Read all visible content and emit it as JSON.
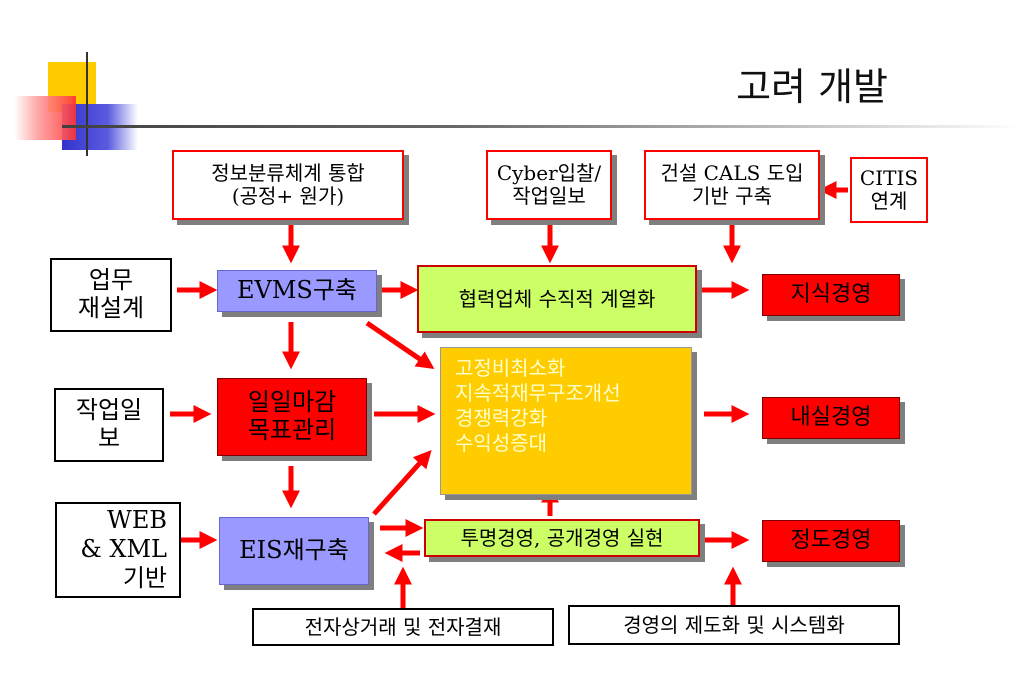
{
  "slide": {
    "title": "고려 개발"
  },
  "boxes": {
    "info_classification": {
      "line1": "정보분류체계 통합",
      "line2": "(공정+ 원가)"
    },
    "cyber_bidding": {
      "line1": "Cyber입찰/",
      "line2": "작업일보"
    },
    "cals": {
      "line1": "건설 CALS 도입",
      "line2": "기반 구축"
    },
    "citis": {
      "line1": "CITIS",
      "line2": "연계"
    },
    "business_redesign": {
      "line1": "업무",
      "line2": "재설계"
    },
    "evms": {
      "label": "EVMS구축"
    },
    "vertical_affiliation": {
      "label": "협력업체 수직적 계열화"
    },
    "knowledge_mgmt": {
      "label": "지식경영"
    },
    "daily_report": {
      "line1": "작업일",
      "line2": "보"
    },
    "daily_closing": {
      "line1": "일일마감",
      "line2": "목표관리"
    },
    "center": {
      "items": [
        "고정비최소화",
        "지속적재무구조개선",
        "경쟁력강화",
        "수익성증대"
      ]
    },
    "internal_mgmt": {
      "label": "내실경영"
    },
    "web_xml": {
      "line1": "WEB",
      "line2": "& XML",
      "line3": "기반"
    },
    "eis": {
      "label": "EIS재구축"
    },
    "transparent_mgmt": {
      "label": "투명경영, 공개경영 실현"
    },
    "ethical_mgmt": {
      "label": "정도경영"
    },
    "ecommerce": {
      "label": "전자상거래 및 전자결재"
    },
    "systemization": {
      "label": "경영의 제도화 및 시스템화"
    }
  },
  "colors": {
    "red": "#ff0000",
    "blue_box": "#9999ff",
    "green_box": "#ccff66",
    "center_box": "#ffcc00",
    "center_text": "#ffffcc"
  }
}
